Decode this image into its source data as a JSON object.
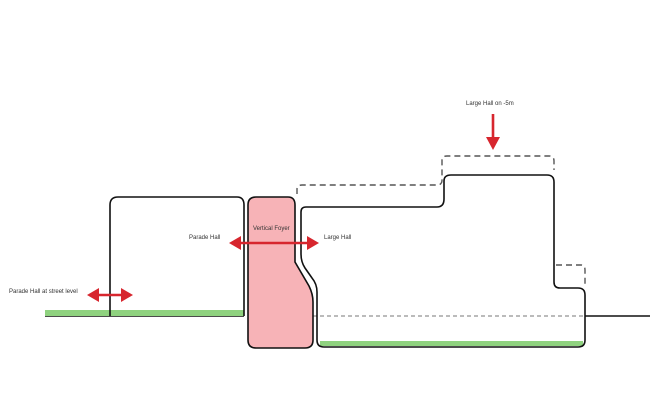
{
  "labels": {
    "parade_hall_street": "Parade Hall at street level",
    "parade_hall": "Parade Hall",
    "vertical_foyer": "Vertical Foyer",
    "large_hall": "Large Hall",
    "large_hall_minus5": "Large Hall on -5m"
  },
  "colors": {
    "outline": "#111111",
    "dashed": "#555555",
    "foyer_fill": "#f7b3b7",
    "grass": "#8fd27f",
    "arrow": "#d7262e",
    "text": "#333333"
  }
}
